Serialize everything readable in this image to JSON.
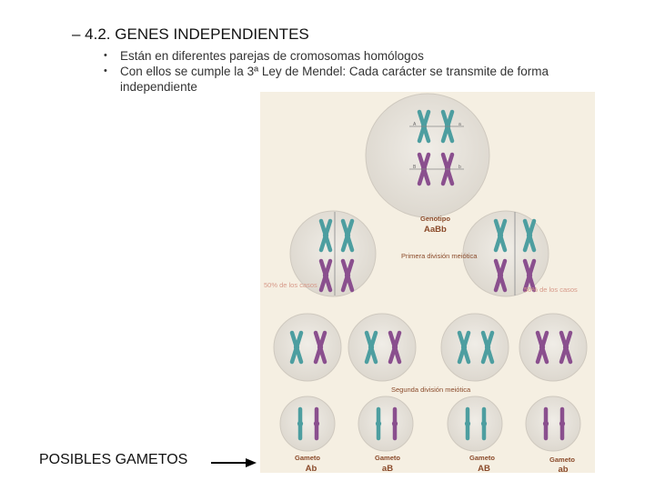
{
  "slide": {
    "heading": "– 4.2. GENES INDEPENDIENTES",
    "bullets": [
      "Están en diferentes parejas de cromosomas homólogos",
      "Con ellos se cumple la 3ª Ley de Mendel: Cada carácter se transmite de forma independiente"
    ],
    "footer_label": "POSIBLES GAMETOS"
  },
  "figure": {
    "genotype_label": "Genotipo",
    "genotype_value": "AaBb",
    "first_division": "Primera división meiótica",
    "left_percent": "50% de los casos",
    "right_percent": "50% de los casos",
    "second_division": "Segunda división meiótica",
    "gamete_label": "Gameto",
    "gametes": [
      "Ab",
      "aB",
      "AB",
      "ab"
    ],
    "colors": {
      "background": "#f5efe2",
      "cell": "#e8e4dc",
      "teal": "#4d9ea0",
      "purple": "#8a4f8e",
      "label_brown": "#8a4a2a",
      "percent_text": "#d79a8a"
    }
  }
}
